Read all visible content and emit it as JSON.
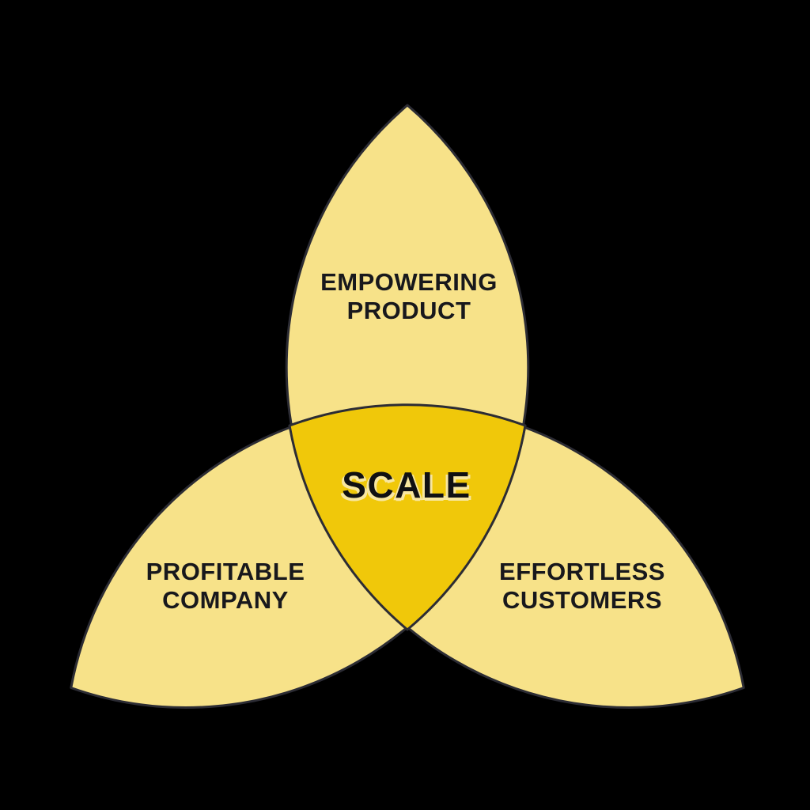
{
  "diagram": {
    "kind": "venn-trefoil",
    "center": {
      "label": "SCALE"
    },
    "petals": [
      {
        "name": "top",
        "label_lines": [
          "EMPOWERING",
          "PRODUCT"
        ]
      },
      {
        "name": "bottom-left",
        "label_lines": [
          "PROFITABLE",
          "COMPANY"
        ]
      },
      {
        "name": "bottom-right",
        "label_lines": [
          "EFFORTLESS",
          "CUSTOMERS"
        ]
      }
    ],
    "colors": {
      "background": "#000000",
      "petal_fill": "#F7E289",
      "center_fill": "#F0C80A",
      "outline": "#2C2C34",
      "label_text": "#18181C",
      "center_text": "#101012",
      "center_text_shadow": "#F8E7A0"
    }
  }
}
